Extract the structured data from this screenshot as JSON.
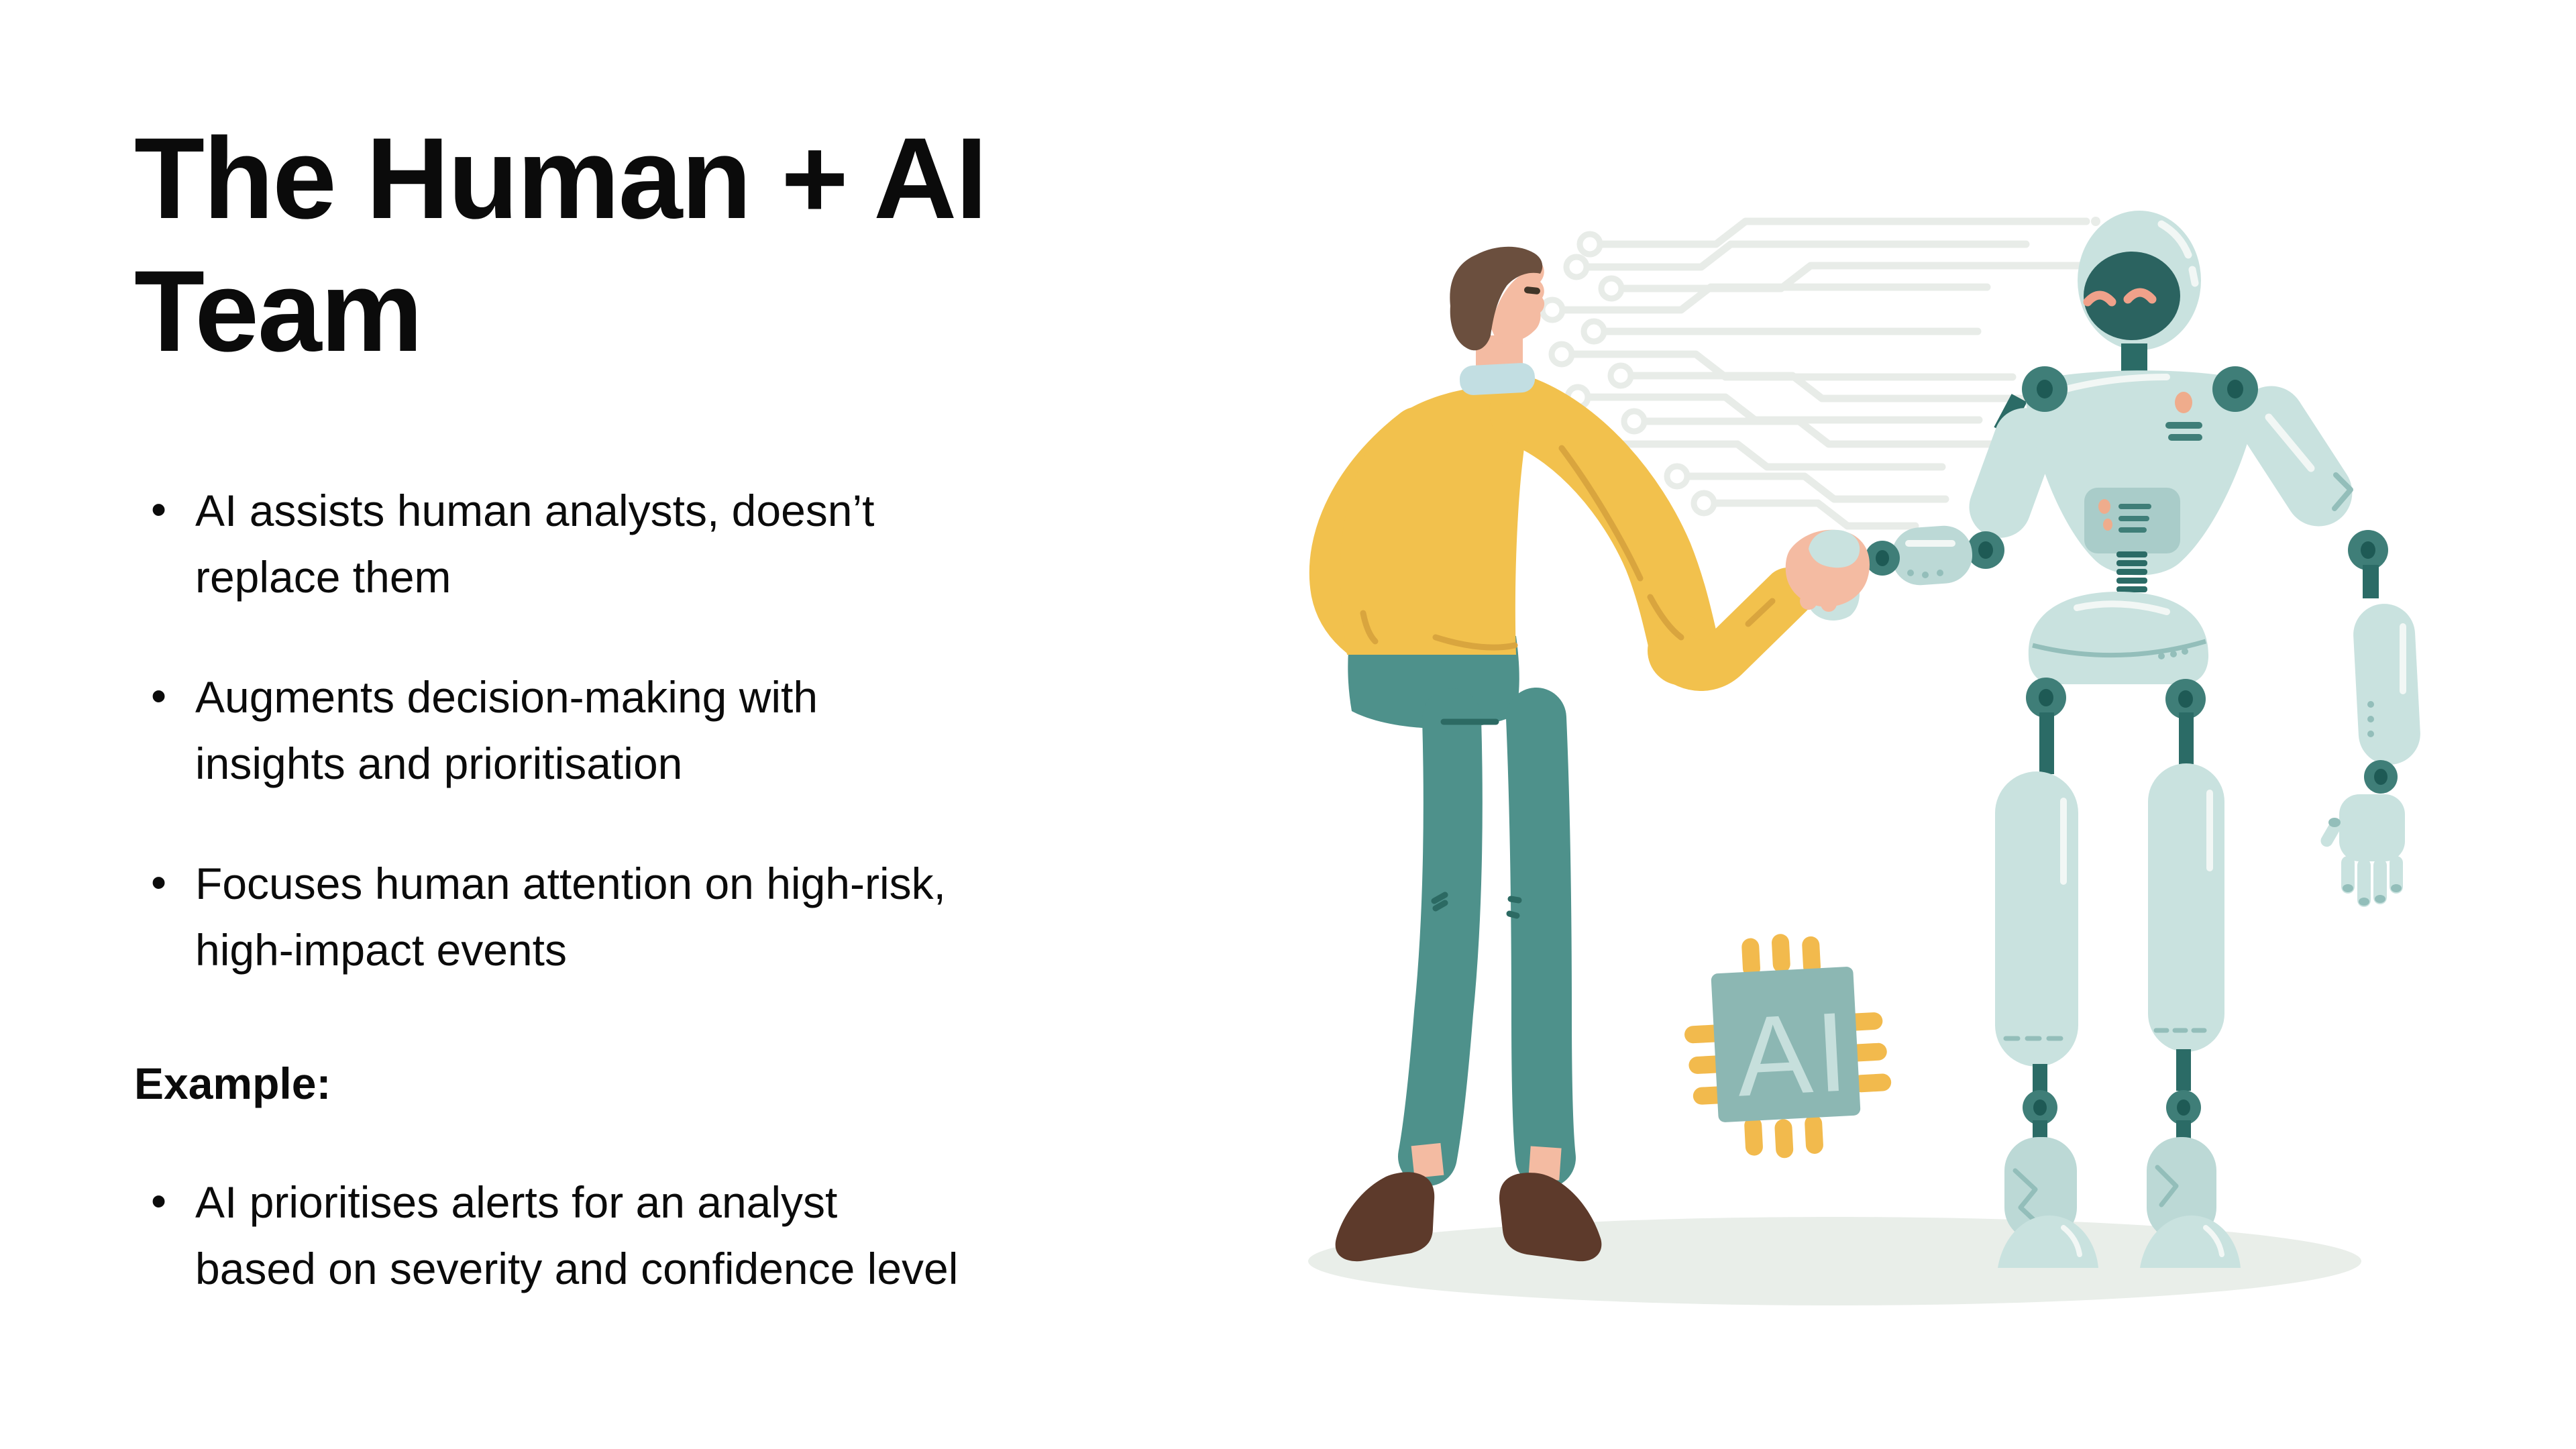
{
  "slide": {
    "title": "The Human + AI Team",
    "bullets": [
      "AI assists human analysts, doesn’t replace them",
      "Augments decision-making with insights and prioritisation",
      "Focuses human attention on high-risk, high-impact events"
    ],
    "example_heading": "Example:",
    "example_bullets": [
      "AI prioritises alerts for an analyst based on severity and confidence level"
    ]
  },
  "illustration": {
    "ai_chip_label": "AI"
  },
  "colors": {
    "bg": "#ffffff",
    "text": "#0b0b0b",
    "sweater": "#F2C14D",
    "sweater_fold": "#D9A53E",
    "skin": "#F4BBA2",
    "hair": "#6B4F3E",
    "collar": "#C2DEE2",
    "pants": "#4E918B",
    "pants_seam": "#2C6A63",
    "shoes": "#5D3A2B",
    "robot_light": "#C9E2DF",
    "robot_mid": "#BCD9D6",
    "robot_panel": "#A9CCC9",
    "robot_joint": "#3F7E78",
    "robot_joint_inner": "#1E5A55",
    "robot_link": "#2B6B66",
    "robot_line": "#93BEBA",
    "robot_face": "#2B6360",
    "robot_blush": "#F0A18A",
    "chest_dot": "#EFAC8C",
    "chip": "#8CB7B3",
    "chip_text": "#C6DFDC",
    "pin": "#F2BA4D",
    "trace": "#E8ECE8",
    "shadow": "#E9EEE9",
    "highlight": "#F2F7F5"
  }
}
